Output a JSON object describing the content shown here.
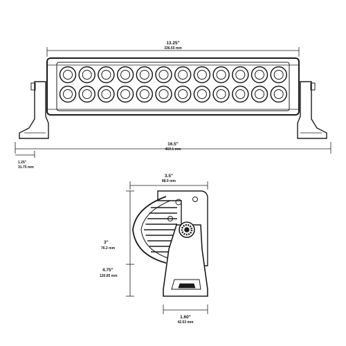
{
  "front_view": {
    "top_width": {
      "inches": "13.25\"",
      "mm": "336.55 mm"
    },
    "overall_width": {
      "inches": "16.5\"",
      "mm": "419.1 mm"
    },
    "bracket_offset": {
      "inches": "1.25\"",
      "mm": "31.75 mm"
    },
    "led_rows": 2,
    "led_columns": 12
  },
  "side_view": {
    "depth": {
      "inches": "3.5\"",
      "mm": "88.9 mm"
    },
    "housing_height": {
      "inches": "3\"",
      "mm": "76.2 mm"
    },
    "mount_height": {
      "inches": "4.75\"",
      "mm": "120.65 mm"
    },
    "base_width": {
      "inches": "1.60\"",
      "mm": "42.53 mm"
    }
  },
  "colors": {
    "line": "#1a1a1a",
    "fill": "#ffffff"
  }
}
